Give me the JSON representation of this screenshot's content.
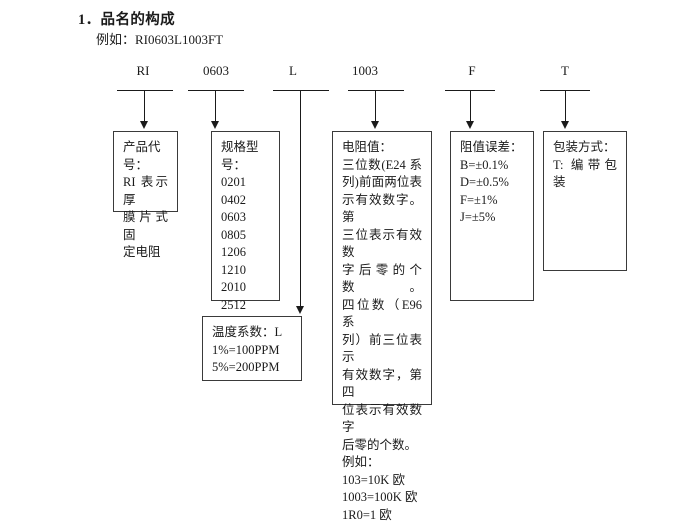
{
  "document": {
    "heading": "1．品名的构成",
    "example": "例如：RI0603L1003FT"
  },
  "part_number": {
    "segments": [
      {
        "code": "RI",
        "name": "product-code"
      },
      {
        "code": "0603",
        "name": "size-code"
      },
      {
        "code": "L",
        "name": "temperature-coefficient-code"
      },
      {
        "code": "1003",
        "name": "resistance-value-code"
      },
      {
        "code": "F",
        "name": "tolerance-code"
      },
      {
        "code": "T",
        "name": "packaging-code"
      }
    ]
  },
  "boxes": {
    "product_code": {
      "title": "产品代号：",
      "lines": [
        "RI 表示厚",
        "膜片式固",
        "定电阻"
      ]
    },
    "size": {
      "title": "规格型号：",
      "lines": [
        "0201",
        "0402",
        "0603",
        "0805",
        "1206",
        "1210",
        "2010",
        "2512"
      ]
    },
    "temperature_coefficient": {
      "title": "温度系数：L",
      "lines": [
        "1%=100PPM",
        "5%=200PPM"
      ]
    },
    "resistance": {
      "title": "电阻值：",
      "lines": [
        "三位数(E24 系",
        "列)前面两位表",
        "示有效数字。第",
        "三位表示有效数",
        "字后零的个数。",
        "四位数（E96 系",
        "列）前三位表示",
        "有效数字，第四",
        "位表示有效数字",
        "后零的个数。"
      ],
      "example_label": "例如：",
      "examples": [
        "103=10K 欧",
        "1003=100K 欧",
        "1R0=1 欧"
      ]
    },
    "tolerance": {
      "title": "阻值误差：",
      "lines": [
        "B=±0.1%",
        "D=±0.5%",
        "F=±1%",
        "J=±5%"
      ]
    },
    "packaging": {
      "title": "包装方式：",
      "lines": [
        "T: 编带包",
        "装"
      ]
    }
  }
}
